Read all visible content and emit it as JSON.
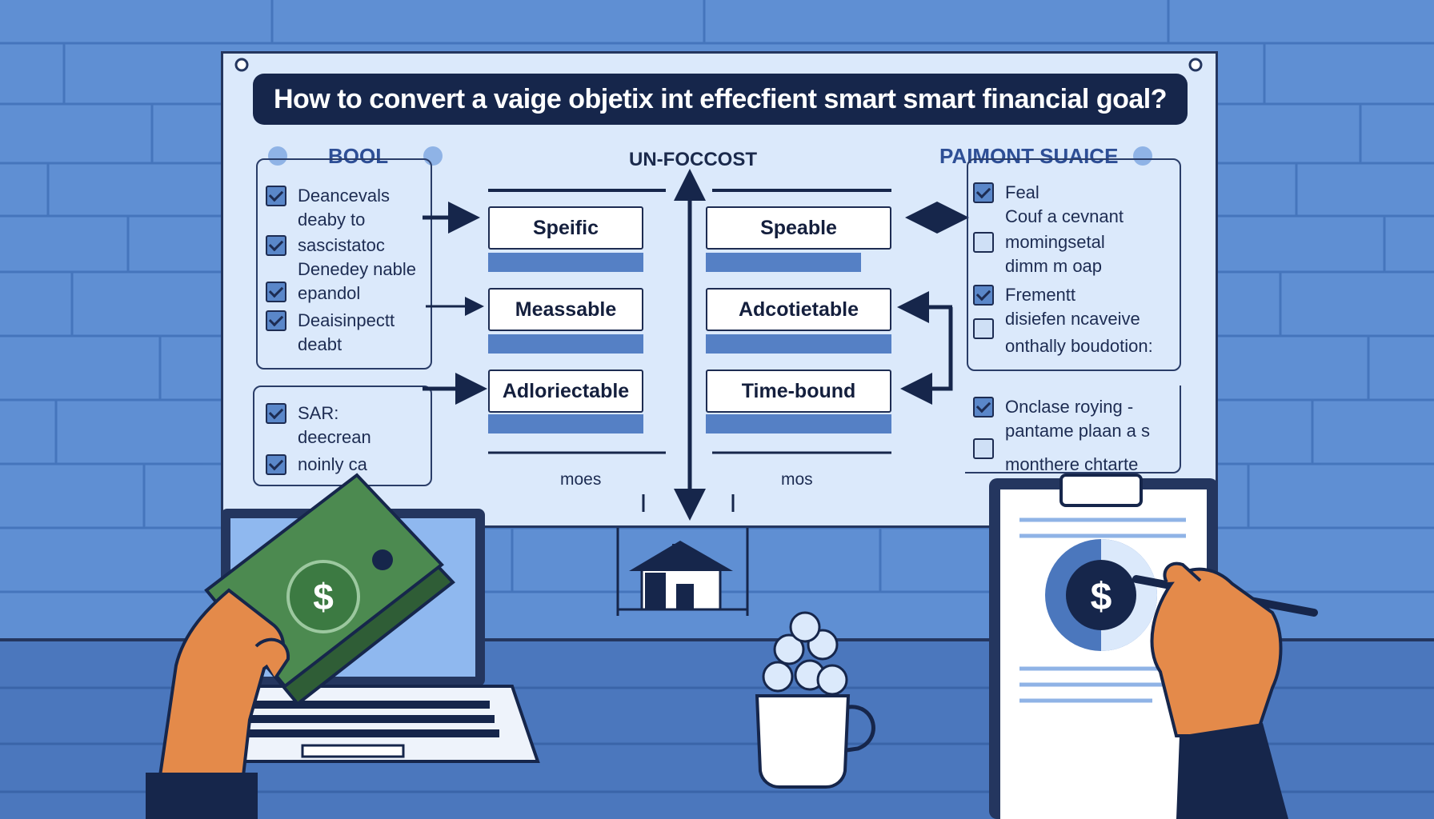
{
  "title": "How to convert a vaige objetix int effecfient smart smart financial goal?",
  "left_panel": {
    "heading": "BOOL",
    "items": [
      {
        "text": "Deancevals\ndeaby to",
        "checked": true
      },
      {
        "text": "sascistatoc",
        "checked": true
      },
      {
        "text": "Denedey nable\nepandol",
        "checked": true
      },
      {
        "text": "Deaisinpectt\ndeabt",
        "checked": true
      }
    ]
  },
  "left_panel_2": {
    "items": [
      {
        "text": "SAR:\ndeecrean",
        "checked": true
      },
      {
        "text": "noinly ca",
        "checked": true
      }
    ]
  },
  "center": {
    "heading": "UN-FOCCOST",
    "cards_left": [
      "Speific",
      "Meassable",
      "Adloriectable"
    ],
    "cards_right": [
      "Speable",
      "Adcotietable",
      "Time-bound"
    ],
    "footer_left": "moes",
    "footer_right": "mos"
  },
  "right_panel": {
    "heading": "PAIMONT SUAICE",
    "items": [
      {
        "text": "Feal\nCouf a cevnant",
        "checked": true
      },
      {
        "text": "momingsetal\ndimm m oap",
        "checked": false
      },
      {
        "text": "Frementt\ndisiefen ncaveive",
        "checked": true
      },
      {
        "text": "onthally boudotion:",
        "checked": false
      }
    ]
  },
  "right_panel_2": {
    "items": [
      {
        "text": "Onclase roying -\npantame plaan a s",
        "checked": true
      },
      {
        "text": "monthere chtarte",
        "checked": false
      }
    ]
  },
  "illustration": {
    "money_symbol": "$",
    "clipboard_symbol": "$",
    "colors": {
      "wall": "#5f8fd3",
      "board": "#dbe9fb",
      "navy": "#16264b",
      "money": "#3f7a45",
      "hand": "#e48a4a"
    }
  }
}
